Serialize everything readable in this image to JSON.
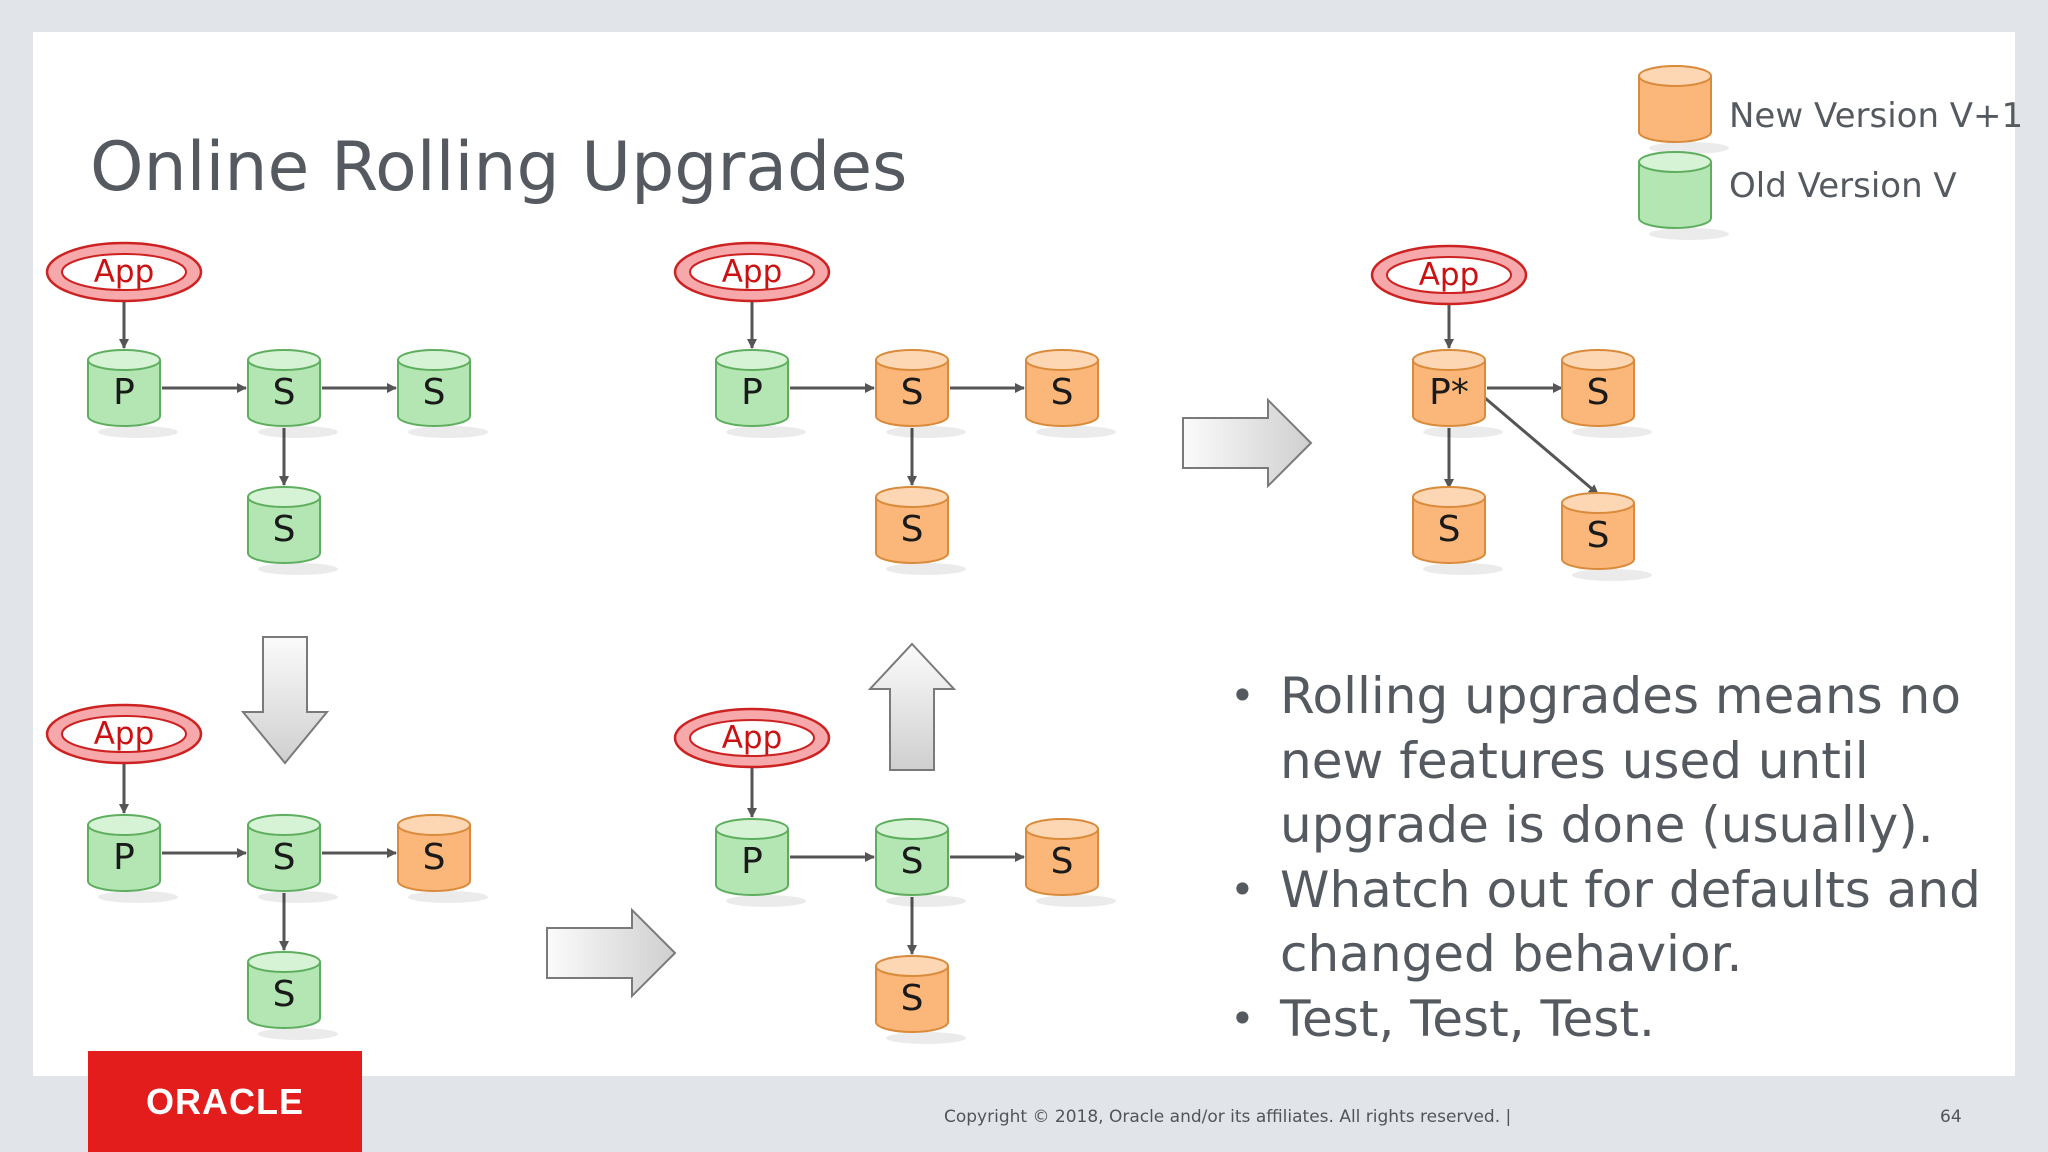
{
  "title": "Online Rolling Upgrades",
  "legend": {
    "new_label": "New Version V+1",
    "old_label": "Old Version V",
    "new_color": "#fbb779",
    "old_color": "#b3e6b3"
  },
  "app_label": "App",
  "diagrams": [
    {
      "name": "step-1",
      "nodes": [
        {
          "label": "P",
          "version": "old"
        },
        {
          "label": "S",
          "version": "old"
        },
        {
          "label": "S",
          "version": "old"
        },
        {
          "label": "S",
          "version": "old"
        }
      ]
    },
    {
      "name": "step-2",
      "nodes": [
        {
          "label": "P",
          "version": "old"
        },
        {
          "label": "S",
          "version": "old"
        },
        {
          "label": "S",
          "version": "new"
        },
        {
          "label": "S",
          "version": "old"
        }
      ]
    },
    {
      "name": "step-3",
      "nodes": [
        {
          "label": "P",
          "version": "old"
        },
        {
          "label": "S",
          "version": "old"
        },
        {
          "label": "S",
          "version": "new"
        },
        {
          "label": "S",
          "version": "new"
        }
      ]
    },
    {
      "name": "step-4",
      "nodes": [
        {
          "label": "P",
          "version": "old"
        },
        {
          "label": "S",
          "version": "new"
        },
        {
          "label": "S",
          "version": "new"
        },
        {
          "label": "S",
          "version": "new"
        }
      ]
    },
    {
      "name": "step-5",
      "nodes": [
        {
          "label": "P*",
          "version": "new"
        },
        {
          "label": "S",
          "version": "new"
        },
        {
          "label": "S",
          "version": "new"
        },
        {
          "label": "S",
          "version": "new"
        }
      ]
    }
  ],
  "bullets": [
    "Rolling upgrades means no new features used until upgrade is done (usually).",
    "Whatch out for defaults and changed behavior.",
    "Test, Test, Test."
  ],
  "bullet_lines": [
    [
      "Rolling upgrades means no",
      "new features used until",
      "upgrade is done (usually)."
    ],
    [
      "Whatch out for defaults and",
      "changed behavior."
    ],
    [
      "Test, Test, Test."
    ]
  ],
  "footer": {
    "logo_text": "ORACLE",
    "copyright": "Copyright © 2018, Oracle and/or its affiliates. All rights reserved.  |",
    "page_number": "64"
  }
}
